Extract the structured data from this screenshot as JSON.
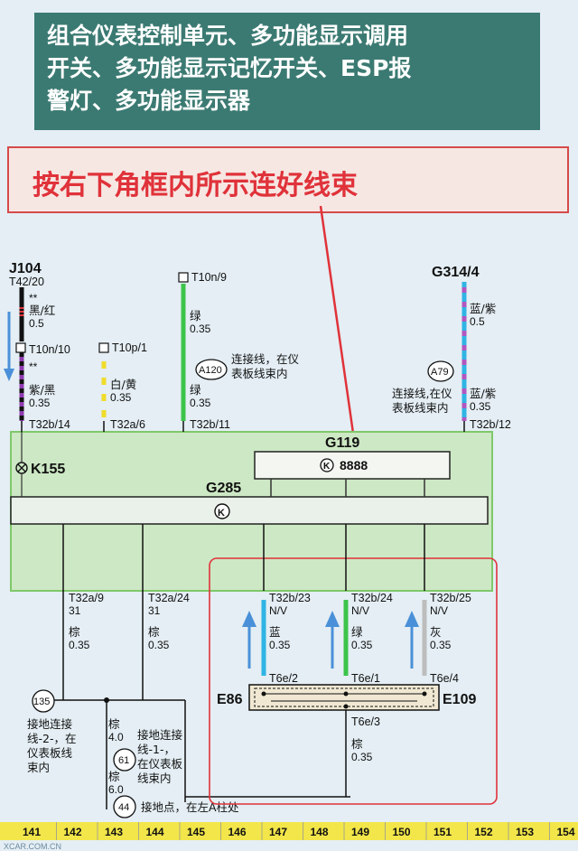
{
  "title": {
    "line1": "组合仪表控制单元、多功能显示调用",
    "line2": "开关、多功能显示记忆开关、ESP报",
    "line3": "警灯、多功能显示器"
  },
  "note": "按右下角框内所示连好线束",
  "components": {
    "j104": "J104",
    "g314": "G314/4",
    "g119": "G119",
    "g285": "G285",
    "k155": "K155",
    "e86": "E86",
    "e109": "E109",
    "g119_digits": "8888"
  },
  "connectors": {
    "t42_20": "T42/20",
    "t10n_10": "T10n/10",
    "t10p_1": "T10p/1",
    "t10n_9": "T10n/9",
    "t32b_14": "T32b/14",
    "t32a_6": "T32a/6",
    "t32b_11": "T32b/11",
    "t32b_12": "T32b/12",
    "t32a_9": "T32a/9",
    "t32a_24": "T32a/24",
    "t32b_23": "T32b/23",
    "t32b_24": "T32b/24",
    "t32b_25": "T32b/25",
    "t6e_2": "T6e/2",
    "t6e_1": "T6e/1",
    "t6e_4": "T6e/4",
    "t6e_3": "T6e/3"
  },
  "wires": {
    "j104_top": {
      "stars": "**",
      "color": "黑/红",
      "size": "0.5"
    },
    "j104_bottom": {
      "stars": "**",
      "color": "紫/黑",
      "size": "0.35"
    },
    "t10p": {
      "color": "白/黄",
      "size": "0.35"
    },
    "t10n9_top": {
      "color": "绿",
      "size": "0.35"
    },
    "t10n9_bottom": {
      "color": "绿",
      "size": "0.35"
    },
    "g314_top": {
      "color": "蓝/紫",
      "size": "0.5"
    },
    "g314_bottom": {
      "color": "蓝/紫",
      "size": "0.35"
    },
    "t32a9": {
      "pin": "31",
      "color": "棕",
      "size": "0.35"
    },
    "t32a24": {
      "pin": "31",
      "color": "棕",
      "size": "0.35"
    },
    "t32b23": {
      "pin": "N/V",
      "color": "蓝",
      "size": "0.35"
    },
    "t32b24": {
      "pin": "N/V",
      "color": "绿",
      "size": "0.35"
    },
    "t32b25": {
      "pin": "N/V",
      "color": "灰",
      "size": "0.35"
    },
    "t6e3": {
      "color": "棕",
      "size": "0.35"
    },
    "ground_a": {
      "color": "棕",
      "size": "4.0"
    },
    "ground_b": {
      "color": "棕",
      "size": "6.0"
    }
  },
  "circles": {
    "a120": {
      "id": "A120",
      "line1": "连接线，在仪",
      "line2": "表板线束内"
    },
    "a79": {
      "id": "A79",
      "line1": "连接线,在仪",
      "line2": "表板线束内"
    },
    "c135": {
      "id": "135",
      "line1": "接地连接",
      "line2": "线-2-，在",
      "line3": "仪表板线",
      "line4": "束内"
    },
    "c61": {
      "id": "61",
      "line1": "接地连接",
      "line2": "线-1-，",
      "line3": "在仪表板",
      "line4": "线束内"
    },
    "c44": {
      "id": "44",
      "text": "接地点，在左A柱处"
    }
  },
  "scale": [
    "141",
    "142",
    "143",
    "144",
    "145",
    "146",
    "147",
    "148",
    "149",
    "150",
    "151",
    "152",
    "153",
    "154"
  ],
  "watermark": "XCAR.COM.CN",
  "colors": {
    "title_bg": "#3b7a72",
    "note_border": "#d64a4a",
    "note_text": "#e0323a",
    "panel_fill": "#cde8c4",
    "panel_border": "#7fc86b",
    "scale_bar": "#f2e64a",
    "green_wire": "#3cc44a",
    "blue_wire": "#2fb4e4",
    "gray_wire": "#bdbdbd",
    "arrow_blue": "#4a90d9"
  }
}
